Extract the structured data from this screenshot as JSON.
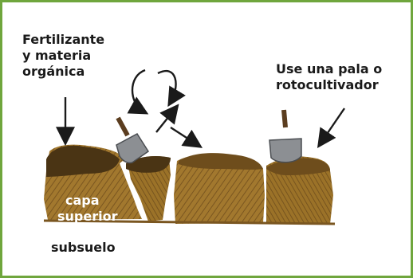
{
  "labels": {
    "fertilizer_line1": "Fertilizante",
    "fertilizer_line2": "y materia",
    "fertilizer_line3": "orgánica",
    "tool_line1": "Use una pala o",
    "tool_line2": "rotocultivador",
    "topsoil_line1": "capa",
    "topsoil_line2": "superior",
    "subsoil": "subsuelo"
  },
  "colors": {
    "border": "#6fa63d",
    "topsoil": "#a2782e",
    "topsoil_dark": "#6e4d1c",
    "organic": "#4a3414",
    "shovel_blade": "#8c8f93",
    "shovel_handle": "#5b3d1f",
    "text": "#1a1a1a"
  }
}
